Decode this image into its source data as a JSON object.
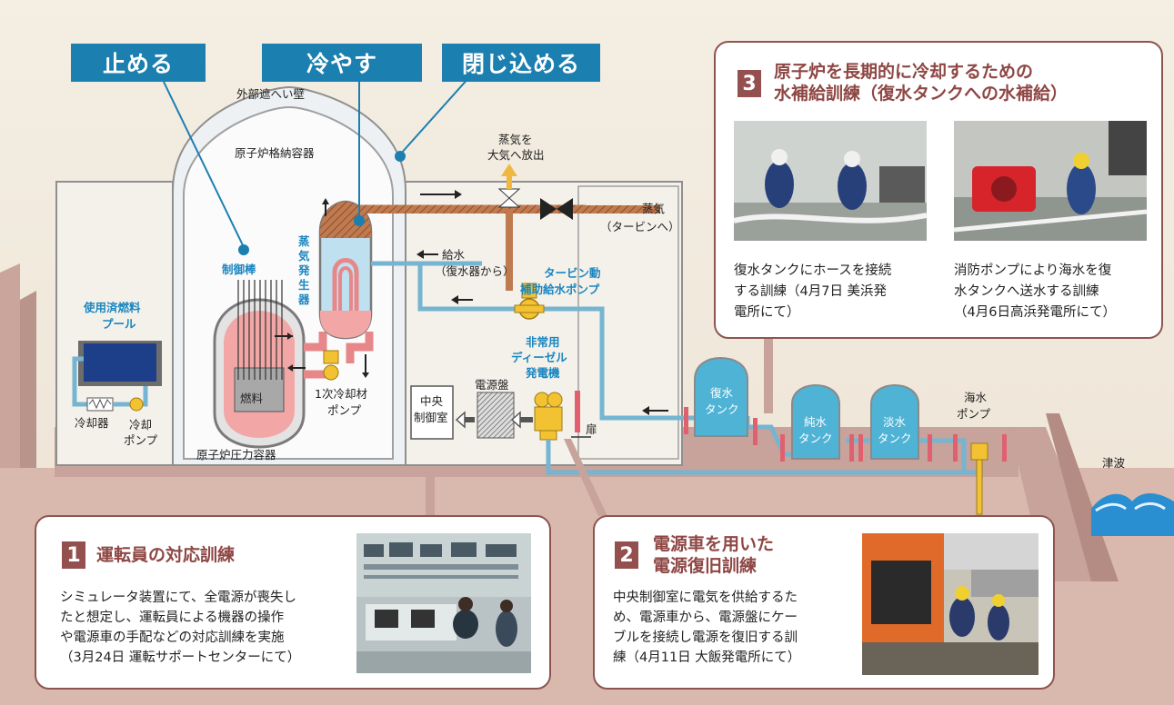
{
  "tags": {
    "stop": "止める",
    "cool": "冷やす",
    "contain": "閉じ込める"
  },
  "labels": {
    "outer_shield_wall": "外部遮へい壁",
    "containment_vessel": "原子炉格納容器",
    "steam_release_1": "蒸気を",
    "steam_release_2": "大気へ放出",
    "steam_to_turbine_1": "蒸気",
    "steam_to_turbine_2": "（タービンへ）",
    "feedwater_1": "給水",
    "feedwater_2": "（復水器から）",
    "turbine_aux_pump_1": "タービン動",
    "turbine_aux_pump_2": "補助給水ポンプ",
    "steam_generator": [
      "蒸",
      "気",
      "発",
      "生",
      "器"
    ],
    "control_rod": "制御棒",
    "spent_fuel_pool_1": "使用済燃料",
    "spent_fuel_pool_2": "プール",
    "fuel": "燃料",
    "primary_pump_1": "1次冷却材",
    "primary_pump_2": "ポンプ",
    "cooler": "冷却器",
    "cooling_pump_1": "冷却",
    "cooling_pump_2": "ポンプ",
    "pressure_vessel": "原子炉圧力容器",
    "central_control_1": "中央",
    "central_control_2": "制御室",
    "power_panel": "電源盤",
    "diesel_1": "非常用",
    "diesel_2": "ディーゼル",
    "diesel_3": "発電機",
    "door": "扉",
    "condensate_tank_1": "復水",
    "condensate_tank_2": "タンク",
    "pure_water_tank_1": "純水",
    "pure_water_tank_2": "タンク",
    "fresh_water_tank_1": "淡水",
    "fresh_water_tank_2": "タンク",
    "seawater_pump_1": "海水",
    "seawater_pump_2": "ポンプ",
    "tsunami": "津波"
  },
  "cards": {
    "card1": {
      "number": "1",
      "title": "運転員の対応訓練",
      "body": [
        "シミュレータ装置にて、全電源が喪失し",
        "たと想定し、運転員による機器の操作",
        "や電源車の手配などの対応訓練を実施",
        "（3月24日 運転サポートセンターにて）"
      ]
    },
    "card2": {
      "number": "2",
      "title": [
        "電源車を用いた",
        "電源復旧訓練"
      ],
      "body": [
        "中央制御室に電気を供給するた",
        "め、電源車から、電源盤にケー",
        "ブルを接続し電源を復旧する訓",
        "練（4月11日 大飯発電所にて）"
      ]
    },
    "card3": {
      "number": "3",
      "title": [
        "原子炉を長期的に冷却するための",
        "水補給訓練（復水タンクへの水補給）"
      ],
      "caption_left": [
        "復水タンクにホースを接続",
        "する訓練（4月7日 美浜発",
        "電所にて）"
      ],
      "caption_right": [
        "消防ポンプにより海水を復",
        "水タンクへ送水する訓練",
        "（4月6日高浜発電所にて）"
      ]
    }
  },
  "colors": {
    "accent_blue": "#1b7fb0",
    "card_border": "#8e5550",
    "card_title": "#8e4744",
    "ground": "#c7a39b",
    "water_pipe": "#75b5d2",
    "steam_pipe": "#b0744a"
  }
}
